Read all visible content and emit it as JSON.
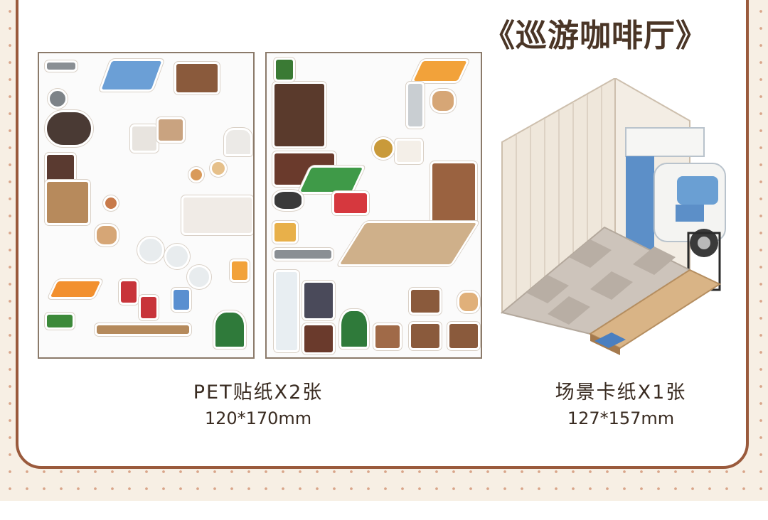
{
  "title": "《巡游咖啡厅》",
  "products": [
    {
      "name": "PET贴纸X2张",
      "size": "120*170mm"
    },
    {
      "name": "场景卡纸X1张",
      "size": "127*157mm"
    }
  ],
  "colors": {
    "frame": "#9a5a3c",
    "dots": "#d9a58a",
    "background": "#f7efe4",
    "title_text": "#4a3526"
  }
}
